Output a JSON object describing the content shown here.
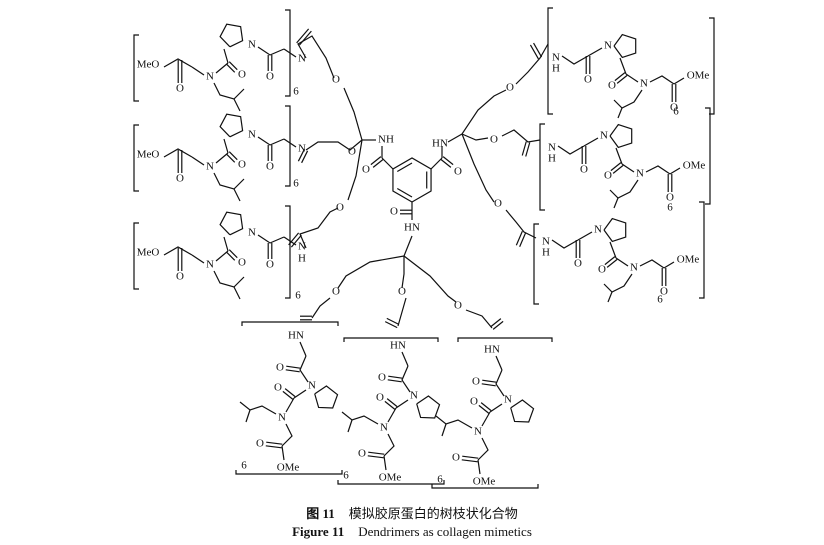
{
  "caption": {
    "cn_label": "图 11",
    "cn_text": "模拟胶原蛋白的树枝状化合物",
    "en_label": "Figure 11",
    "en_text": "Dendrimers as collagen mimetics"
  },
  "atoms": {
    "meo": "MeO",
    "ome": "OMe",
    "n": "N",
    "nh": "NH",
    "hn": "HN",
    "h": "H",
    "o": "O",
    "repeat": "6"
  }
}
